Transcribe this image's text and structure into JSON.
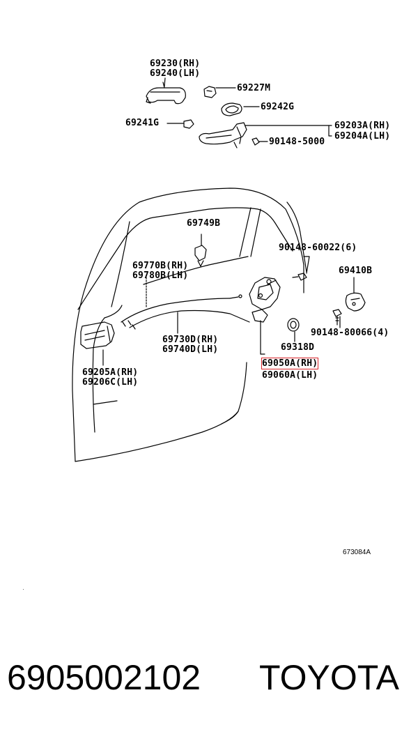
{
  "labels": {
    "p69230": "69230(RH)",
    "p69240": "69240(LH)",
    "p69227m": "69227M",
    "p69242g": "69242G",
    "p69241g": "69241G",
    "p69203a": "69203A(RH)",
    "p69204a": "69204A(LH)",
    "p90148_5000": "90148-5000",
    "p69749b": "69749B",
    "p90148_60022": "90148-60022(6)",
    "p69770b": "69770B(RH)",
    "p69780b": "69780B(LH)",
    "p69410b": "69410B",
    "p90148_80066": "90148-80066(4)",
    "p69730d": "69730D(RH)",
    "p69740d": "69740D(LH)",
    "p69318d": "69318D",
    "p69205a": "69205A(RH)",
    "p69206c": "69206C(LH)",
    "p69050a": "69050A(RH)",
    "p69060a": "69060A(LH)"
  },
  "figure_code": "673084A",
  "footer": {
    "part_number": "6905002102",
    "brand": "TOYOTA"
  },
  "colors": {
    "highlight": "#d9242a",
    "line": "#000000"
  }
}
